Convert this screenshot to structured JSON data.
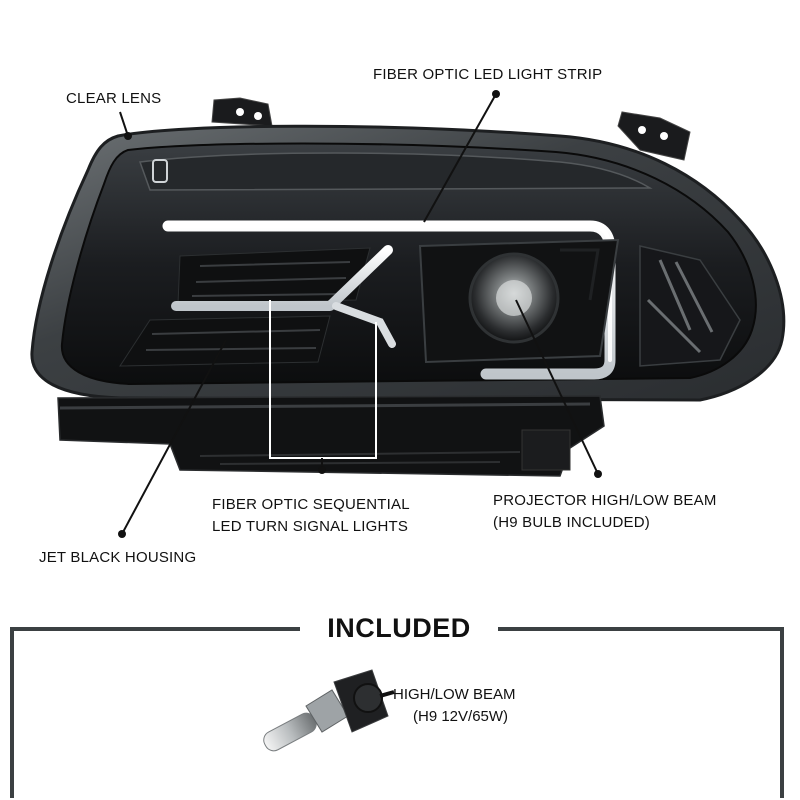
{
  "callouts": {
    "clear_lens": "CLEAR LENS",
    "fiber_optic_strip": "FIBER OPTIC LED LIGHT STRIP",
    "sequential_line1": "FIBER OPTIC SEQUENTIAL",
    "sequential_line2": "LED TURN SIGNAL LIGHTS",
    "projector_line1": "PROJECTOR HIGH/LOW BEAM",
    "projector_line2": "(H9 BULB INCLUDED)",
    "jet_black_housing": "JET BLACK HOUSING"
  },
  "included": {
    "title": "INCLUDED",
    "bulb_line1": "HIGH/LOW BEAM",
    "bulb_line2": "(H9 12V/65W)"
  },
  "colors": {
    "housing": "#141517",
    "lens_edge": "#5c6063",
    "led_strip": "#e8ecef",
    "frame": "#3b4042"
  }
}
